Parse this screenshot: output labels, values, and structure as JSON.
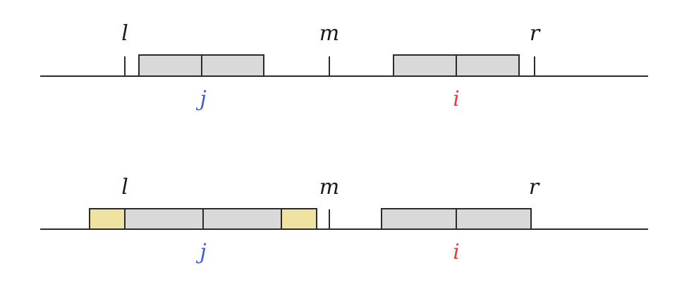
{
  "colors": {
    "line": "#2b2b2b",
    "box_fill": "#d9d9d9",
    "extension_fill": "#f0e2a0",
    "j_color": "#3e5fd6",
    "i_color": "#e0423e"
  },
  "top_diagram": {
    "marker_l": "l",
    "marker_m": "m",
    "marker_r": "r",
    "label_j": "j",
    "label_i": "i"
  },
  "bottom_diagram": {
    "marker_l": "l",
    "marker_m": "m",
    "marker_r": "r",
    "label_j": "j",
    "label_i": "i"
  }
}
